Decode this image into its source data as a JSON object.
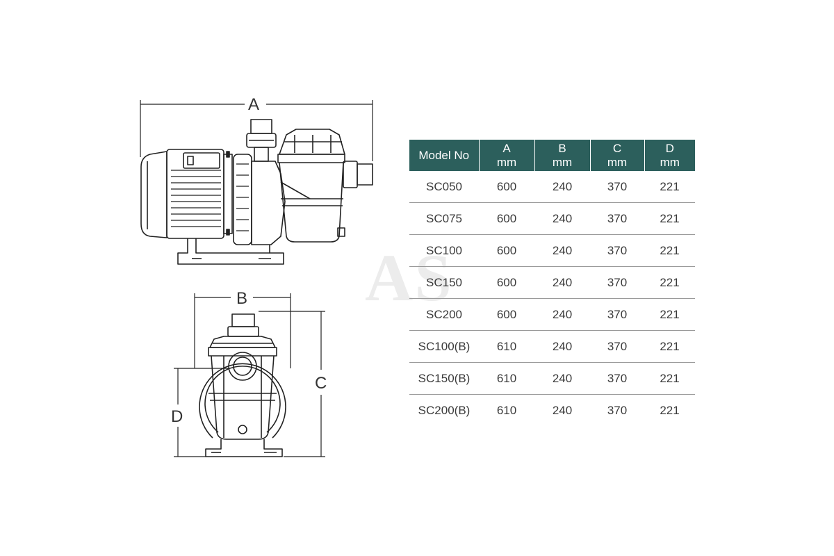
{
  "dimension_labels": {
    "a": "A",
    "b": "B",
    "c": "C",
    "d": "D"
  },
  "watermark": "AS",
  "table": {
    "headers": [
      {
        "name": "Model No",
        "unit": ""
      },
      {
        "name": "A",
        "unit": "mm"
      },
      {
        "name": "B",
        "unit": "mm"
      },
      {
        "name": "C",
        "unit": "mm"
      },
      {
        "name": "D",
        "unit": "mm"
      }
    ],
    "rows": [
      [
        "SC050",
        "600",
        "240",
        "370",
        "221"
      ],
      [
        "SC075",
        "600",
        "240",
        "370",
        "221"
      ],
      [
        "SC100",
        "600",
        "240",
        "370",
        "221"
      ],
      [
        "SC150",
        "600",
        "240",
        "370",
        "221"
      ],
      [
        "SC200",
        "600",
        "240",
        "370",
        "221"
      ],
      [
        "SC100(B)",
        "610",
        "240",
        "370",
        "221"
      ],
      [
        "SC150(B)",
        "610",
        "240",
        "370",
        "221"
      ],
      [
        "SC200(B)",
        "610",
        "240",
        "370",
        "221"
      ]
    ]
  },
  "colors": {
    "header_bg": "#2c5f5c",
    "line": "#222222"
  }
}
